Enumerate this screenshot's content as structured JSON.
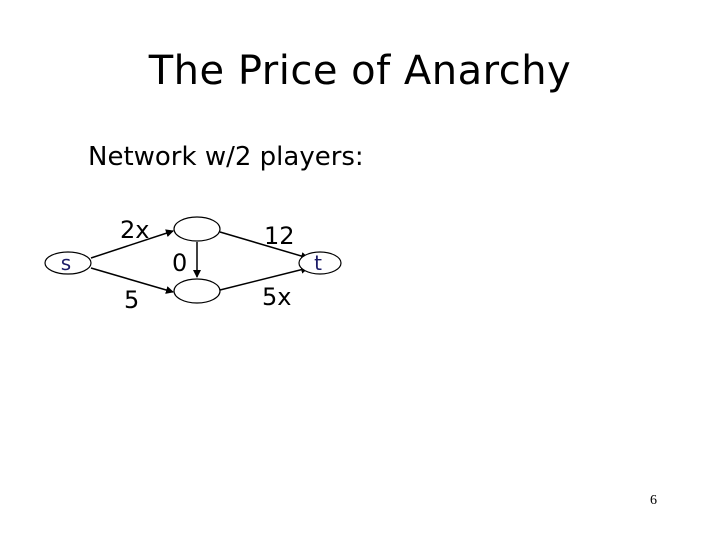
{
  "slide": {
    "title": "The Price of Anarchy",
    "subtitle": "Network w/2 players:",
    "page_number": "6"
  },
  "network": {
    "nodes": {
      "source": "s",
      "top": "",
      "bottom": "",
      "sink": "t"
    },
    "edge_labels": {
      "s_to_top": "2x",
      "top_to_t": "12",
      "top_to_bottom": "0",
      "s_to_bottom": "5",
      "bottom_to_t": "5x"
    }
  }
}
